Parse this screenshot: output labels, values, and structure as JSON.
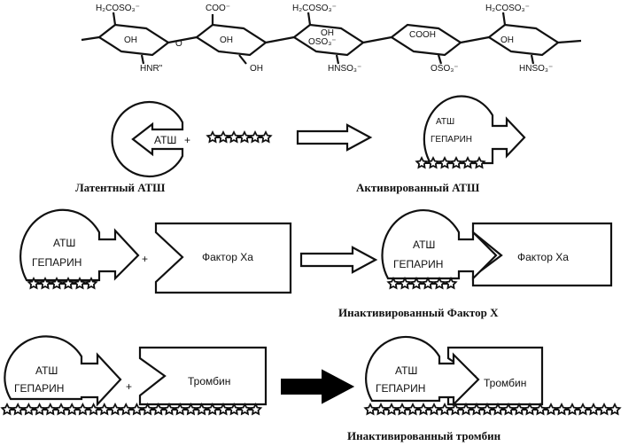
{
  "chem": {
    "h2coso3_1": "H₂COSO₃⁻",
    "coo_1": "COO⁻",
    "h2coso3_2": "H₂COSO₃⁻",
    "h2coso3_3": "H₂COSO₃⁻",
    "oh_1": "OH",
    "oh_2": "OH",
    "oh_3": "OH",
    "oh_4": "OH",
    "oh_5": "OH",
    "oso3_1": "OSO₃⁻",
    "oso3_2": "OSO₃⁻",
    "cooh": "COOH",
    "hnr": "HNR\"",
    "hnso3_1": "HNSO₃⁻",
    "hnso3_2": "HNSO₃⁻",
    "o_link": "O"
  },
  "row1": {
    "latent_label": "АТШ",
    "plus": "+",
    "active_label_1": "АТШ",
    "active_label_2": "ГЕПАРИН",
    "caption_latent": "Латентный АТШ",
    "caption_active": "Активированный АТШ"
  },
  "row2": {
    "atiii": "АТШ",
    "heparin": "ГЕПАРИН",
    "plus": "+",
    "factor": "Фактор Ха",
    "caption": "Инактивированный Фактор Х"
  },
  "row3": {
    "atiii": "АТШ",
    "heparin": "ГЕПАРИН",
    "plus": "+",
    "thrombin": "Тромбин",
    "caption": "Инактивированный тромбин"
  }
}
